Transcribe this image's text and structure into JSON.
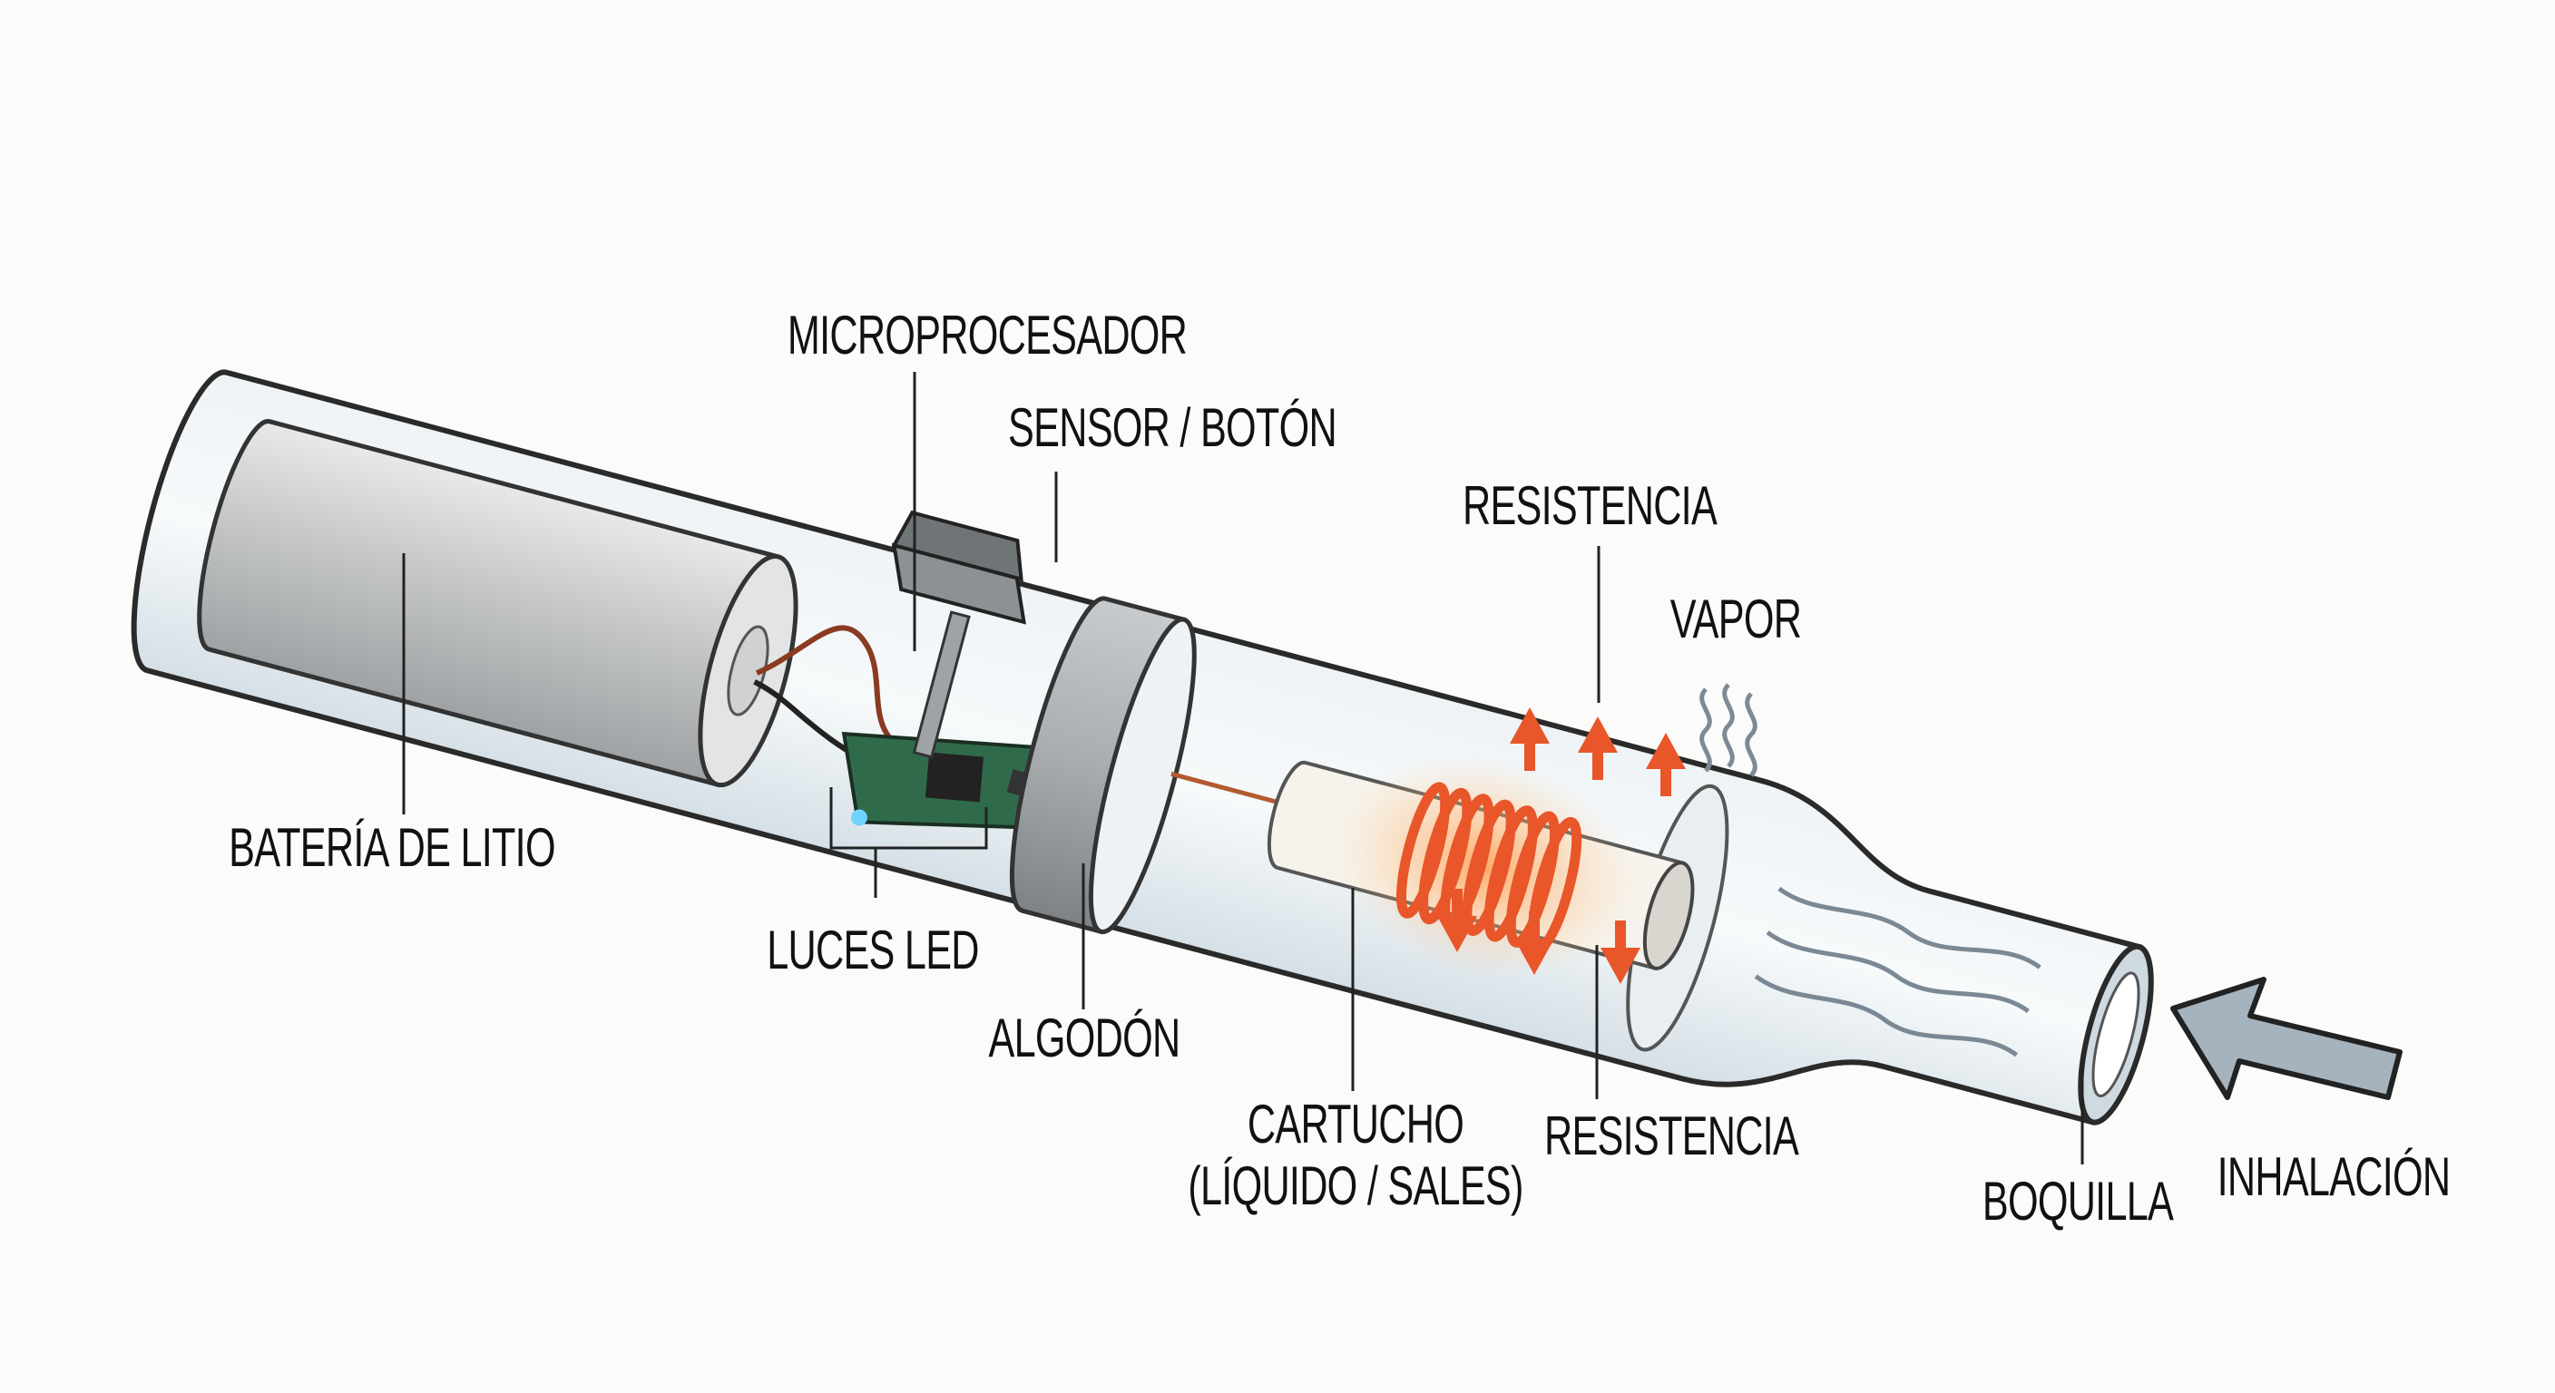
{
  "title": "Esquema de cigarrillo electrónico",
  "colors": {
    "coil": "#e8562a",
    "glass": "#dfe8ee",
    "battery": "#c9cbcc",
    "pcb": "#2f6b4a",
    "led": "#6fd3ff"
  },
  "labels": {
    "microprocesador": "MICROPROCESADOR",
    "sensor": "SENSOR / BOTÓN",
    "resistencia_top": "RESISTENCIA",
    "vapor": "VAPOR",
    "bateria": "BATERÍA DE LITIO",
    "luces": "LUCES LED",
    "algodon": "ALGODÓN",
    "cartucho_1": "CARTUCHO",
    "cartucho_2": "(LÍQUIDO / SALES)",
    "resistencia_bottom": "RESISTENCIA",
    "boquilla": "BOQUILLA",
    "inhalacion": "INHALACIÓN"
  }
}
